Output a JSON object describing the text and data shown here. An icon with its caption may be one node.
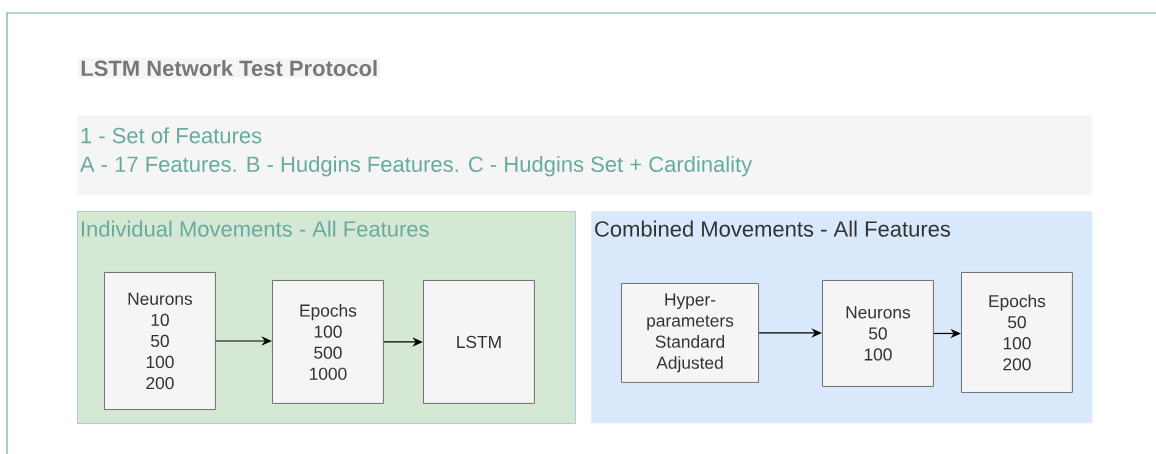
{
  "diagram": {
    "title": "LSTM Network Test Protocol",
    "nodes": [
      {
        "text": [
          "1 - Set of Features",
          "A - 17 Features. B - Hudgins Features. C - Hudgins Set + Cardinality"
        ]
      },
      {
        "text": [
          "Individual Movements - All Features"
        ]
      },
      {
        "text": [
          "Neurons",
          "10",
          "50",
          "100",
          "200"
        ],
        "in": 1
      },
      {
        "text": [
          "Epochs",
          "100",
          "500",
          "1000"
        ],
        "in": 1
      },
      {
        "text": [
          "LSTM"
        ],
        "in": 1
      },
      {
        "text": [
          "Combined Movements - All Features"
        ]
      },
      {
        "text": [
          "Hyper- parameters",
          "Standard",
          "Adjusted"
        ],
        "in": 5
      },
      {
        "text": [
          "Neurons",
          "50",
          "100"
        ],
        "in": 5
      },
      {
        "text": [
          "Epochs",
          "50",
          "100",
          "200"
        ],
        "in": 5
      }
    ],
    "edges": [
      {
        "from": 2,
        "to": 3,
        "arrow": "to"
      },
      {
        "from": 3,
        "to": 4,
        "arrow": "to"
      },
      {
        "from": 6,
        "to": 7,
        "arrow": "to"
      },
      {
        "from": 7,
        "to": 8,
        "arrow": "to"
      }
    ]
  }
}
